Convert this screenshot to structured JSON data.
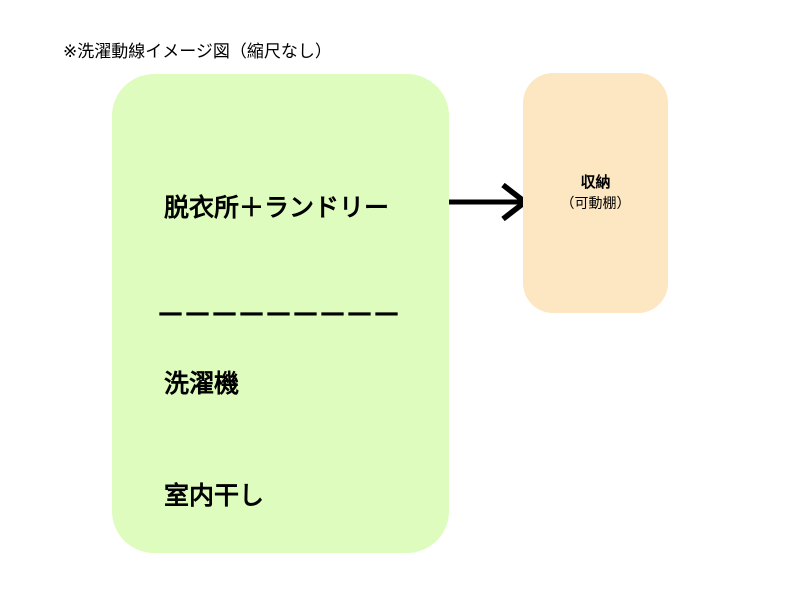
{
  "page": {
    "title": "※洗濯動線イメージ図（縮尺なし）"
  },
  "diagram": {
    "laundry_room": {
      "label": "脱衣所＋ランドリー",
      "divider": "—————————",
      "washer_label": "洗濯機",
      "indoor_drying_label": "室内干し",
      "bg_color": "#ddfcbd"
    },
    "arrow": {
      "icon": "right-arrow-icon",
      "color": "#000000"
    },
    "storage": {
      "label": "収納",
      "sublabel": "（可動棚）",
      "bg_color": "#fde6c2"
    }
  }
}
